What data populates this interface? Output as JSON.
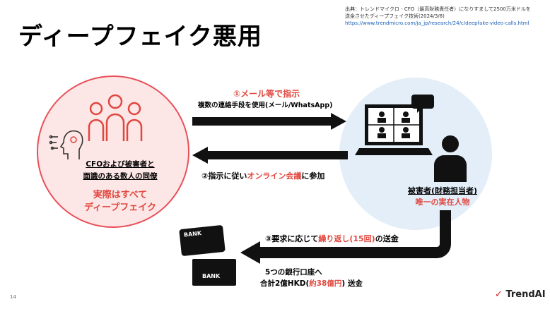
{
  "title": "ディープフェイク悪用",
  "source": {
    "line1": "出典：トレンドマイクロ - CFO（最高財務責任者）になりすまして2500万米ドルを",
    "line2": "送金させたディープフェイク技術(2024/3/8)",
    "url": "https://www.trendmicro.com/ja_jp/research/24/c/deepfake-video-calls.html"
  },
  "left_group": {
    "label_line1": "CFOおよび被害者と",
    "label_line2": "面識のある数人の同僚",
    "highlight_line1": "実際はすべて",
    "highlight_line2": "ディープフェイク"
  },
  "right_group": {
    "label": "被害者(財務担当者)",
    "highlight": "唯一の実在人物"
  },
  "arrows": {
    "step1_title": "①メール等で指示",
    "step1_sub": "複数の連絡手段を使用(メール/WhatsApp)",
    "step2_prefix": "②指示に従い",
    "step2_highlight": "オンライン会議",
    "step2_suffix": "に参加",
    "step3_prefix": "③要求に応じて",
    "step3_highlight": "繰り返し(15回)",
    "step3_suffix": "の送金"
  },
  "bank": {
    "card_label": "BANK",
    "line1": "5つの銀行口座へ",
    "line2_prefix": "合計2億HKD(",
    "line2_highlight": "約38億円",
    "line2_suffix": ") 送金"
  },
  "footer": {
    "page_number": "14",
    "logo_text": "TrendAI"
  },
  "colors": {
    "accent_red": "#e0473f",
    "left_circle_fill": "#fde6e6",
    "right_circle_fill": "#e3eef9"
  }
}
